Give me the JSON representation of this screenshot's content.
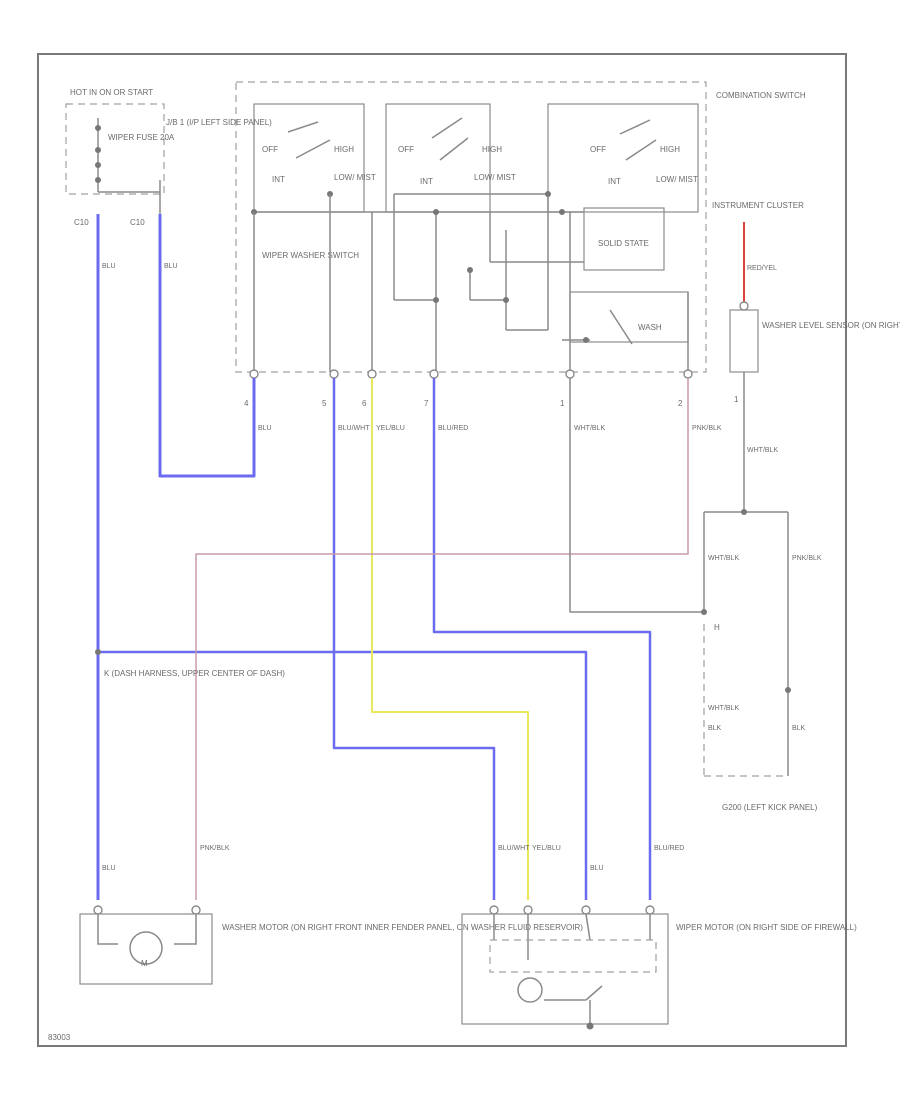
{
  "diagram_id": "83003",
  "colors": {
    "blue_wire": "#6b6bf0",
    "yellow_wire": "#e8e85a",
    "pink_wire": "#c89aac",
    "red_wire": "#e04040",
    "gray_wire": "#8a8a8a"
  },
  "labels": {
    "hot_in_on": "HOT IN ON OR START",
    "fuse_box": "J/B 1 (I/P LEFT SIDE PANEL)",
    "wiper_fuse": "WIPER FUSE 20A",
    "c10_left": "C10",
    "c10_right": "C10",
    "combination_switch": "COMBINATION SWITCH",
    "wiper_washer_switch": "WIPER WASHER SWITCH",
    "solid_state": "SOLID STATE",
    "washer_sw": "WASH",
    "off1": "OFF",
    "high1": "HIGH",
    "int1": "INT",
    "low_mist1": "LOW/ MIST",
    "off2": "OFF",
    "high2": "HIGH",
    "int2": "INT",
    "low_mist2": "LOW/ MIST",
    "off3": "OFF",
    "high3": "HIGH",
    "int3": "INT",
    "low_mist3": "LOW/ MIST",
    "instrument_cluster": "INSTRUMENT CLUSTER",
    "washer_level_sensor": "WASHER LEVEL SENSOR (ON RIGHT SIDE OF WASHER FLUID RESERVOIR)",
    "k_connector": "K (DASH HARNESS, UPPER CENTER OF DASH)",
    "g200": "G200 (LEFT KICK PANEL)",
    "washer_motor": "WASHER MOTOR (ON RIGHT FRONT INNER FENDER PANEL, ON WASHER FLUID RESERVOIR)",
    "wiper_motor": "WIPER MOTOR (ON RIGHT SIDE OF FIREWALL)",
    "motor_m": "M",
    "pin4": "4",
    "pin5": "5",
    "pin6": "6",
    "pin7": "7",
    "pin1": "1",
    "pin2": "2",
    "pin1b": "1",
    "h_conn": "H"
  },
  "wires": {
    "blu_1": "BLU",
    "blu_2": "BLU",
    "blu_3": "BLU",
    "blu_4": "BLU",
    "blu_5": "BLU",
    "blu_6": "BLU/WHT",
    "blu_7": "BLU/WHT",
    "yel_1": "YEL/BLU",
    "yel_2": "YEL/BLU",
    "blu_8": "BLU/RED",
    "blu_9": "BLU/RED",
    "pnk_1": "PNK/BLK",
    "pnk_2": "PNK/BLK",
    "wht_1": "WHT/BLK",
    "wht_2": "WHT/BLK",
    "wht_3": "WHT/BLK",
    "wht_4": "WHT/BLK",
    "red_1": "RED/YEL",
    "pnk_3": "PNK/BLK",
    "blk_1": "BLK",
    "blk_2": "BLK"
  }
}
